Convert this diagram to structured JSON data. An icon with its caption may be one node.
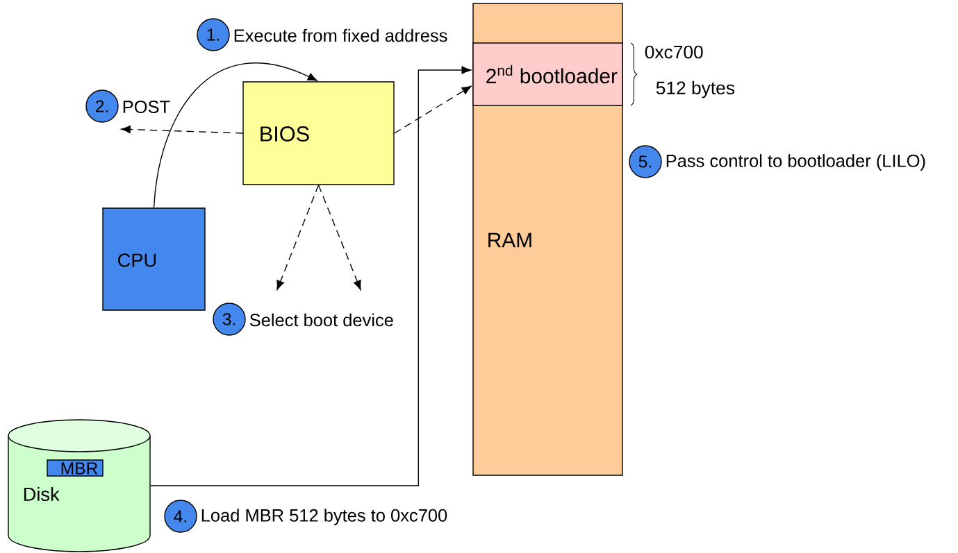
{
  "diagram": {
    "nodes": [
      {
        "text": [
          "BIOS"
        ]
      },
      {
        "text": [
          "CPU"
        ]
      },
      {
        "text": [
          "RAM"
        ]
      },
      {
        "text": [
          "2$^{nd}$ bootloader"
        ],
        "in": 2
      },
      {
        "text": [
          "Disk"
        ]
      },
      {
        "text": [
          "MBR"
        ],
        "in": 4
      },
      {
        "text": [
          "1."
        ],
        "beside": [
          "Execute from fixed address"
        ]
      },
      {
        "text": [
          "2."
        ],
        "beside": [
          "POST"
        ]
      },
      {
        "text": [
          "3."
        ],
        "beside": [
          "Select boot device"
        ]
      },
      {
        "text": [
          "4."
        ],
        "beside": [
          "Load MBR 512 bytes to 0xc700"
        ]
      },
      {
        "text": [
          "5."
        ],
        "beside": [
          "Pass control to bootloader (LILO)"
        ]
      }
    ],
    "edges": [
      {
        "from": 1,
        "to": 0,
        "arrow": "to"
      },
      {
        "from": 0,
        "to": null,
        "arrow": "to",
        "style": "dashed"
      },
      {
        "from": 0,
        "to": 3,
        "arrow": "to",
        "style": "dashed"
      },
      {
        "from": 0,
        "to": null,
        "arrow": "to",
        "style": "dashed"
      },
      {
        "from": 0,
        "to": null,
        "arrow": "to",
        "style": "dashed"
      },
      {
        "from": 4,
        "to": 3,
        "arrow": "to"
      }
    ],
    "labels": [
      "0xc700",
      "512 bytes"
    ]
  }
}
